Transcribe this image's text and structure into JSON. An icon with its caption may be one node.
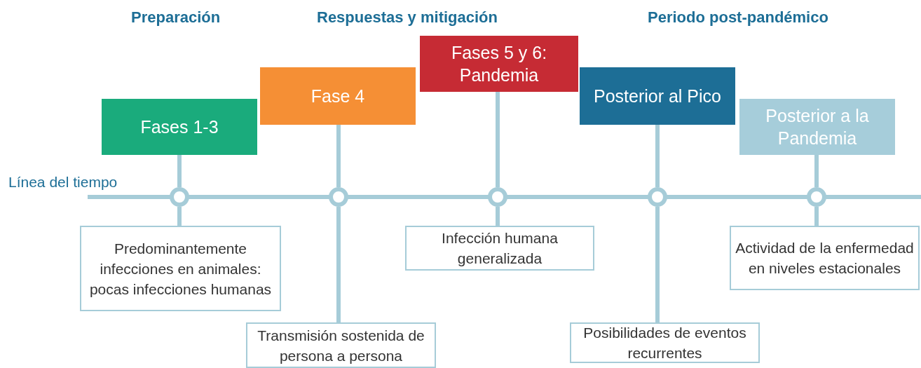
{
  "diagram": {
    "nodes": [
      {
        "text": [
          "Fases 1-3"
        ]
      },
      {
        "text": [],
        "shape": "circle"
      },
      {
        "text": [
          "Predominantemente infecciones en animales: pocas infecciones humanas"
        ]
      },
      {
        "text": [
          "Fase 4"
        ]
      },
      {
        "text": [],
        "shape": "circle"
      },
      {
        "text": [
          "Transmisión sostenida de persona a persona"
        ]
      },
      {
        "text": [
          "Fases 5 y 6: Pandemia"
        ]
      },
      {
        "text": [],
        "shape": "circle"
      },
      {
        "text": [
          "Infección humana generalizada"
        ]
      },
      {
        "text": [
          "Posterior al Pico"
        ]
      },
      {
        "text": [],
        "shape": "circle"
      },
      {
        "text": [
          "Posibilidades de eventos recurrentes"
        ]
      },
      {
        "text": [
          "Posterior a la Pandemia"
        ]
      },
      {
        "text": [],
        "shape": "circle"
      },
      {
        "text": [
          "Actividad de la enfermedad en niveles estacionales"
        ]
      }
    ],
    "edges": [
      {
        "from": 0,
        "to": 1,
        "arrow": "none"
      },
      {
        "from": 1,
        "to": 2,
        "arrow": "none"
      },
      {
        "from": 3,
        "to": 4,
        "arrow": "none"
      },
      {
        "from": 4,
        "to": 5,
        "arrow": "none"
      },
      {
        "from": 6,
        "to": 7,
        "arrow": "none"
      },
      {
        "from": 7,
        "to": 8,
        "arrow": "none"
      },
      {
        "from": 9,
        "to": 10,
        "arrow": "none"
      },
      {
        "from": 10,
        "to": 11,
        "arrow": "none"
      },
      {
        "from": 12,
        "to": 13,
        "arrow": "none"
      },
      {
        "from": 13,
        "to": 14,
        "arrow": "none"
      }
    ],
    "labels": [
      "Preparación",
      "Respuestas y mitigación",
      "Periodo post-pandémico",
      "Línea del tiempo"
    ]
  }
}
